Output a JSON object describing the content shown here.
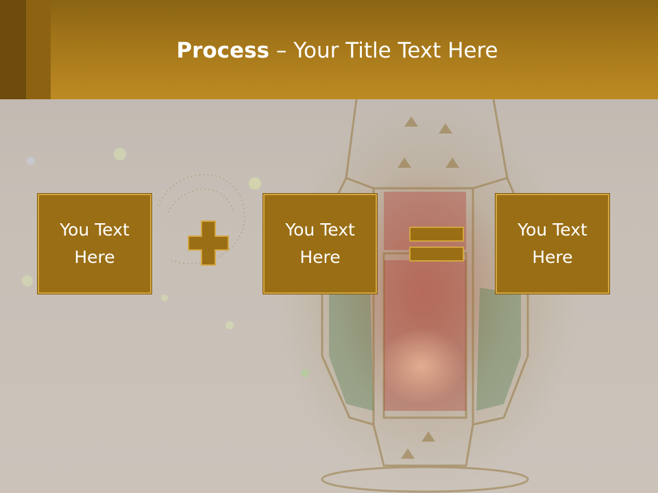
{
  "slide": {
    "title_bold": "Process",
    "title_rest": " – Your Title Text Here"
  },
  "process": {
    "boxes": [
      {
        "text": "You Text Here"
      },
      {
        "text": "You Text Here"
      },
      {
        "text": "You Text Here"
      }
    ],
    "operators": [
      "plus-icon",
      "equals-icon"
    ]
  },
  "colors": {
    "header": "#a5771a",
    "box_fill": "#9a6e14",
    "box_border": "#d4a640",
    "background": "#c9c1b6"
  }
}
